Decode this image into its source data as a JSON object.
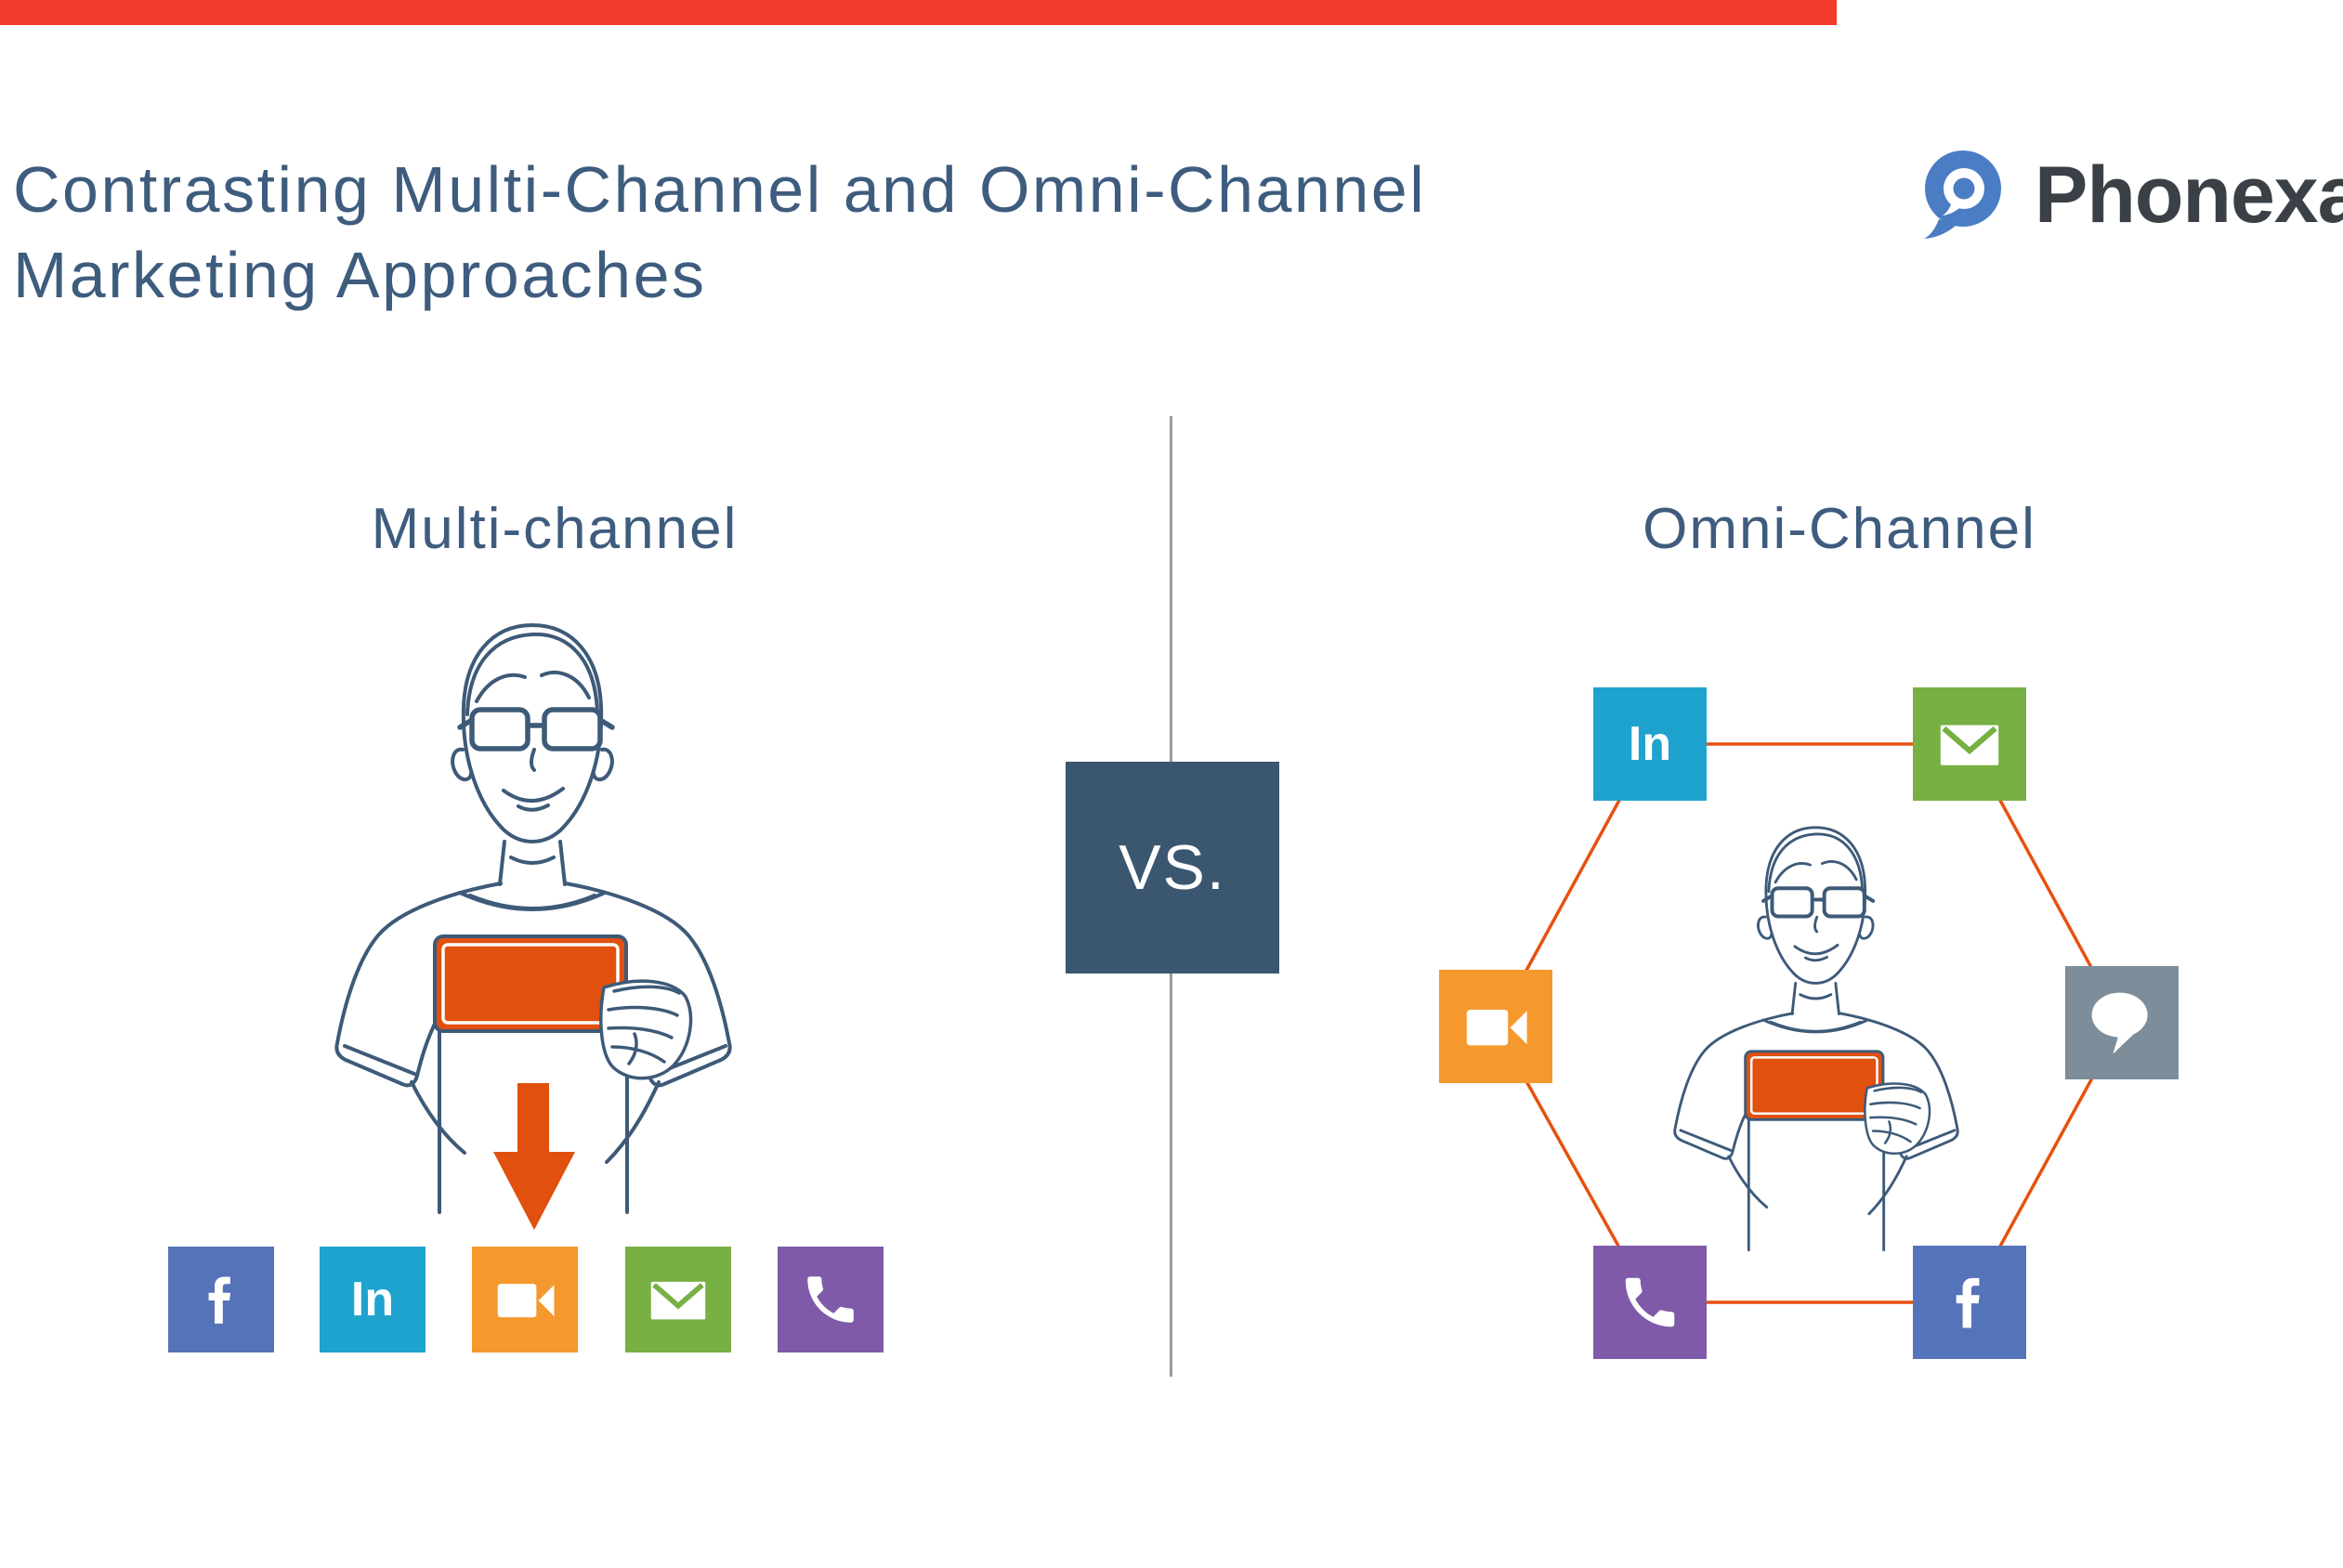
{
  "top_bar": {
    "color": "#F23B2B"
  },
  "title": {
    "line1": "Contrasting Multi-Channel and Omni-Channel",
    "line2": "Marketing Approaches",
    "color": "#3E5C7E"
  },
  "logo": {
    "name": "Phonexa",
    "registered": "®",
    "icon": "phonexa-pin-icon",
    "icon_color": "#4A7DC4",
    "text_color": "#3A4046"
  },
  "left_panel": {
    "heading": "Multi-channel",
    "illustration": "man-holding-orange-tablet",
    "arrow_color": "#E1500F",
    "channels": [
      {
        "name": "facebook",
        "glyph": "facebook-f",
        "color": "#5573B9"
      },
      {
        "name": "linkedin",
        "glyph": "In",
        "color": "#1EA3CF"
      },
      {
        "name": "video",
        "glyph": "video-camera",
        "color": "#F5992E"
      },
      {
        "name": "email",
        "glyph": "envelope",
        "color": "#77B043"
      },
      {
        "name": "phone",
        "glyph": "phone-handset",
        "color": "#7F5AA8"
      }
    ]
  },
  "vs": {
    "label": "VS.",
    "bg": "#3B566F",
    "text_color": "#FFFFFF"
  },
  "divider": {
    "color": "#9B9B9B"
  },
  "right_panel": {
    "heading": "Omni-Channel",
    "illustration": "man-holding-orange-tablet",
    "line_color": "#E8500F",
    "nodes": [
      {
        "name": "linkedin",
        "glyph": "In",
        "color": "#1EA3CF",
        "position": "top-left"
      },
      {
        "name": "email",
        "glyph": "envelope",
        "color": "#77B043",
        "position": "top-right"
      },
      {
        "name": "video",
        "glyph": "video-camera",
        "color": "#F5992E",
        "position": "middle-left"
      },
      {
        "name": "chat",
        "glyph": "speech-bubble",
        "color": "#7D8E9A",
        "position": "middle-right"
      },
      {
        "name": "phone",
        "glyph": "phone-handset",
        "color": "#7F5AA8",
        "position": "bottom-left"
      },
      {
        "name": "facebook",
        "glyph": "facebook-f",
        "color": "#5573B9",
        "position": "bottom-right"
      }
    ]
  },
  "illustration_colors": {
    "line": "#3D5A78",
    "tablet": "#E1500F"
  }
}
